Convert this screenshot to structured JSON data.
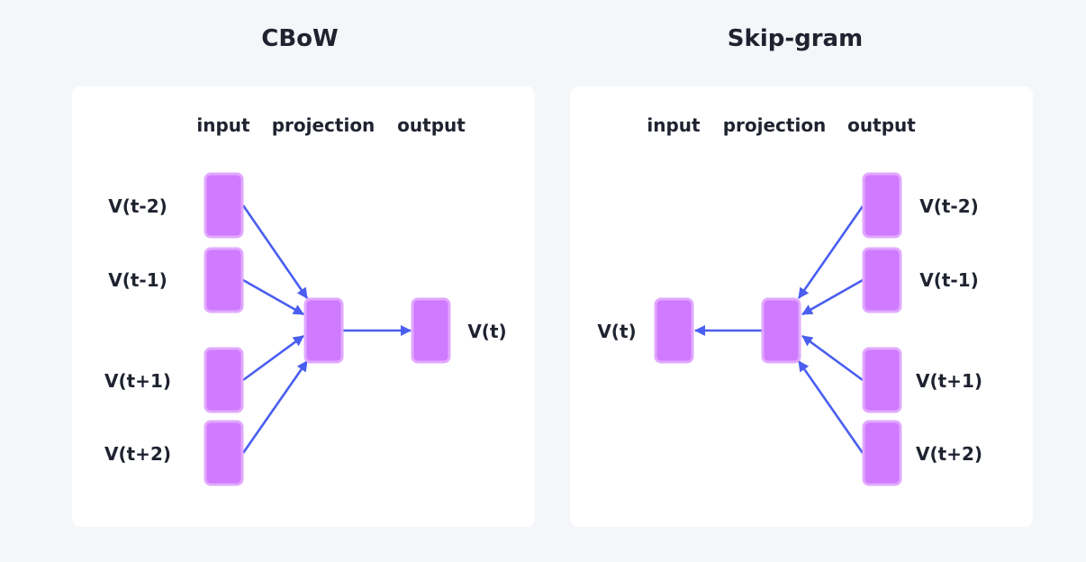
{
  "cbow": {
    "title": "CBoW",
    "col_input": "input",
    "col_projection": "projection",
    "col_output": "output",
    "inputs": [
      "V(t-2)",
      "V(t-1)",
      "V(t+1)",
      "V(t+2)"
    ],
    "output": "V(t)"
  },
  "skipgram": {
    "title": "Skip-gram",
    "col_input": "input",
    "col_projection": "projection",
    "col_output": "output",
    "input": "V(t)",
    "outputs": [
      "V(t-2)",
      "V(t-1)",
      "V(t+1)",
      "V(t+2)"
    ]
  },
  "colors": {
    "node_fill": "#cf7aff",
    "arrow": "#4a5ef0",
    "background": "#f5f6f9",
    "panel": "#ffffff"
  }
}
